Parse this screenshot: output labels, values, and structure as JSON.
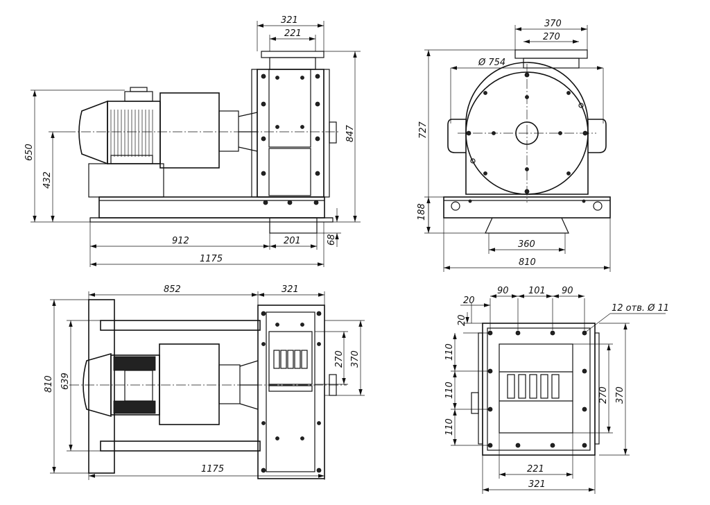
{
  "front_view": {
    "dims": {
      "top_outer": "321",
      "top_inner": "221",
      "height_total": "847",
      "height_650": "650",
      "height_432": "432",
      "width_912": "912",
      "width_201": "201",
      "width_68": "68",
      "width_1175": "1175"
    }
  },
  "side_view": {
    "dims": {
      "top_outer": "370",
      "top_inner": "270",
      "diameter": "Ø 754",
      "height_727": "727",
      "height_188": "188",
      "width_360": "360",
      "width_810": "810"
    }
  },
  "top_view": {
    "dims": {
      "length_852": "852",
      "width_321": "321",
      "width_810": "810",
      "width_639": "639",
      "h_270": "270",
      "h_370": "370",
      "length_1175": "1175"
    }
  },
  "flange_view": {
    "dims": {
      "offset_20_h": "20",
      "offset_20_v": "20",
      "pitch_90_a": "90",
      "pitch_101": "101",
      "pitch_90_b": "90",
      "holes_note": "12 отв. Ø 11",
      "pitch_110_a": "110",
      "pitch_110_b": "110",
      "pitch_110_c": "110",
      "h_270": "270",
      "h_370": "370",
      "w_221": "221",
      "w_321": "321"
    }
  }
}
